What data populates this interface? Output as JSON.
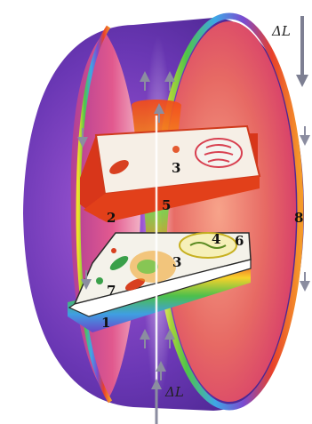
{
  "labels": {
    "n1": "1",
    "n2": "2",
    "n3a": "3",
    "n3b": "3",
    "n4": "4",
    "n5": "5",
    "n6": "6",
    "n7": "7",
    "n8": "8"
  },
  "flux_labels": {
    "top": "ΔL",
    "bottom": "ΔL"
  },
  "colors": {
    "torus_outer": "#5a2fa0",
    "torus_inner": "#d8406a",
    "cell_top": "#e2401a",
    "cell_bottom": "#e8401c",
    "cell_surface": "#f4f2ea"
  }
}
